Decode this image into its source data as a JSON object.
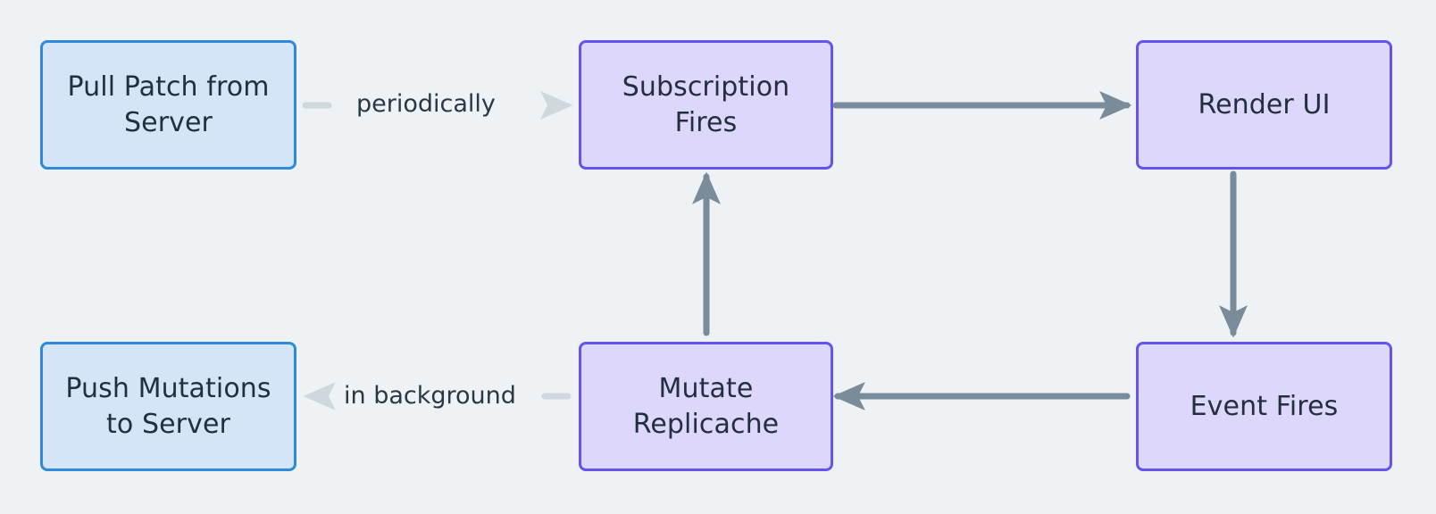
{
  "diagram": {
    "type": "flowchart",
    "background_color": "#eef2f5",
    "title": "",
    "nodes": [
      {
        "id": "pull-patch",
        "label": "Pull Patch from\nServer",
        "style": "blue",
        "fill_color": "#d3e5f7",
        "border_color": "#2f8ad9",
        "text_color": "#222f3e"
      },
      {
        "id": "subscription-fires",
        "label": "Subscription\nFires",
        "style": "purple",
        "fill_color": "#ddd7fb",
        "border_color": "#6453f0",
        "text_color": "#222f3e"
      },
      {
        "id": "render-ui",
        "label": "Render UI",
        "style": "purple",
        "fill_color": "#ddd7fb",
        "border_color": "#6453f0",
        "text_color": "#222f3e"
      },
      {
        "id": "push-mutations",
        "label": "Push Mutations\nto Server",
        "style": "blue",
        "fill_color": "#d3e5f7",
        "border_color": "#2f8ad9",
        "text_color": "#222f3e"
      },
      {
        "id": "mutate-replicache",
        "label": "Mutate\nReplicache",
        "style": "purple",
        "fill_color": "#ddd7fb",
        "border_color": "#6453f0",
        "text_color": "#222f3e"
      },
      {
        "id": "event-fires",
        "label": "Event Fires",
        "style": "purple",
        "fill_color": "#ddd7fb",
        "border_color": "#6453f0",
        "text_color": "#222f3e"
      }
    ],
    "edges": [
      {
        "id": "edge-pull-to-subscription",
        "from": "pull-patch",
        "to": "subscription-fires",
        "label": "periodically",
        "line_style": "dashed",
        "color": "#cfd8dd",
        "direction": "right"
      },
      {
        "id": "edge-subscription-to-render",
        "from": "subscription-fires",
        "to": "render-ui",
        "label": "",
        "line_style": "solid",
        "color": "#7a8b9a",
        "direction": "right"
      },
      {
        "id": "edge-render-to-event",
        "from": "render-ui",
        "to": "event-fires",
        "label": "",
        "line_style": "solid",
        "color": "#7a8b9a",
        "direction": "down"
      },
      {
        "id": "edge-event-to-mutate",
        "from": "event-fires",
        "to": "mutate-replicache",
        "label": "",
        "line_style": "solid",
        "color": "#7a8b9a",
        "direction": "left"
      },
      {
        "id": "edge-mutate-to-push",
        "from": "mutate-replicache",
        "to": "push-mutations",
        "label": "in background",
        "line_style": "dashed",
        "color": "#cfd8dd",
        "direction": "left"
      },
      {
        "id": "edge-mutate-to-subscription",
        "from": "mutate-replicache",
        "to": "subscription-fires",
        "label": "",
        "line_style": "solid",
        "color": "#7a8b9a",
        "direction": "up"
      }
    ]
  }
}
